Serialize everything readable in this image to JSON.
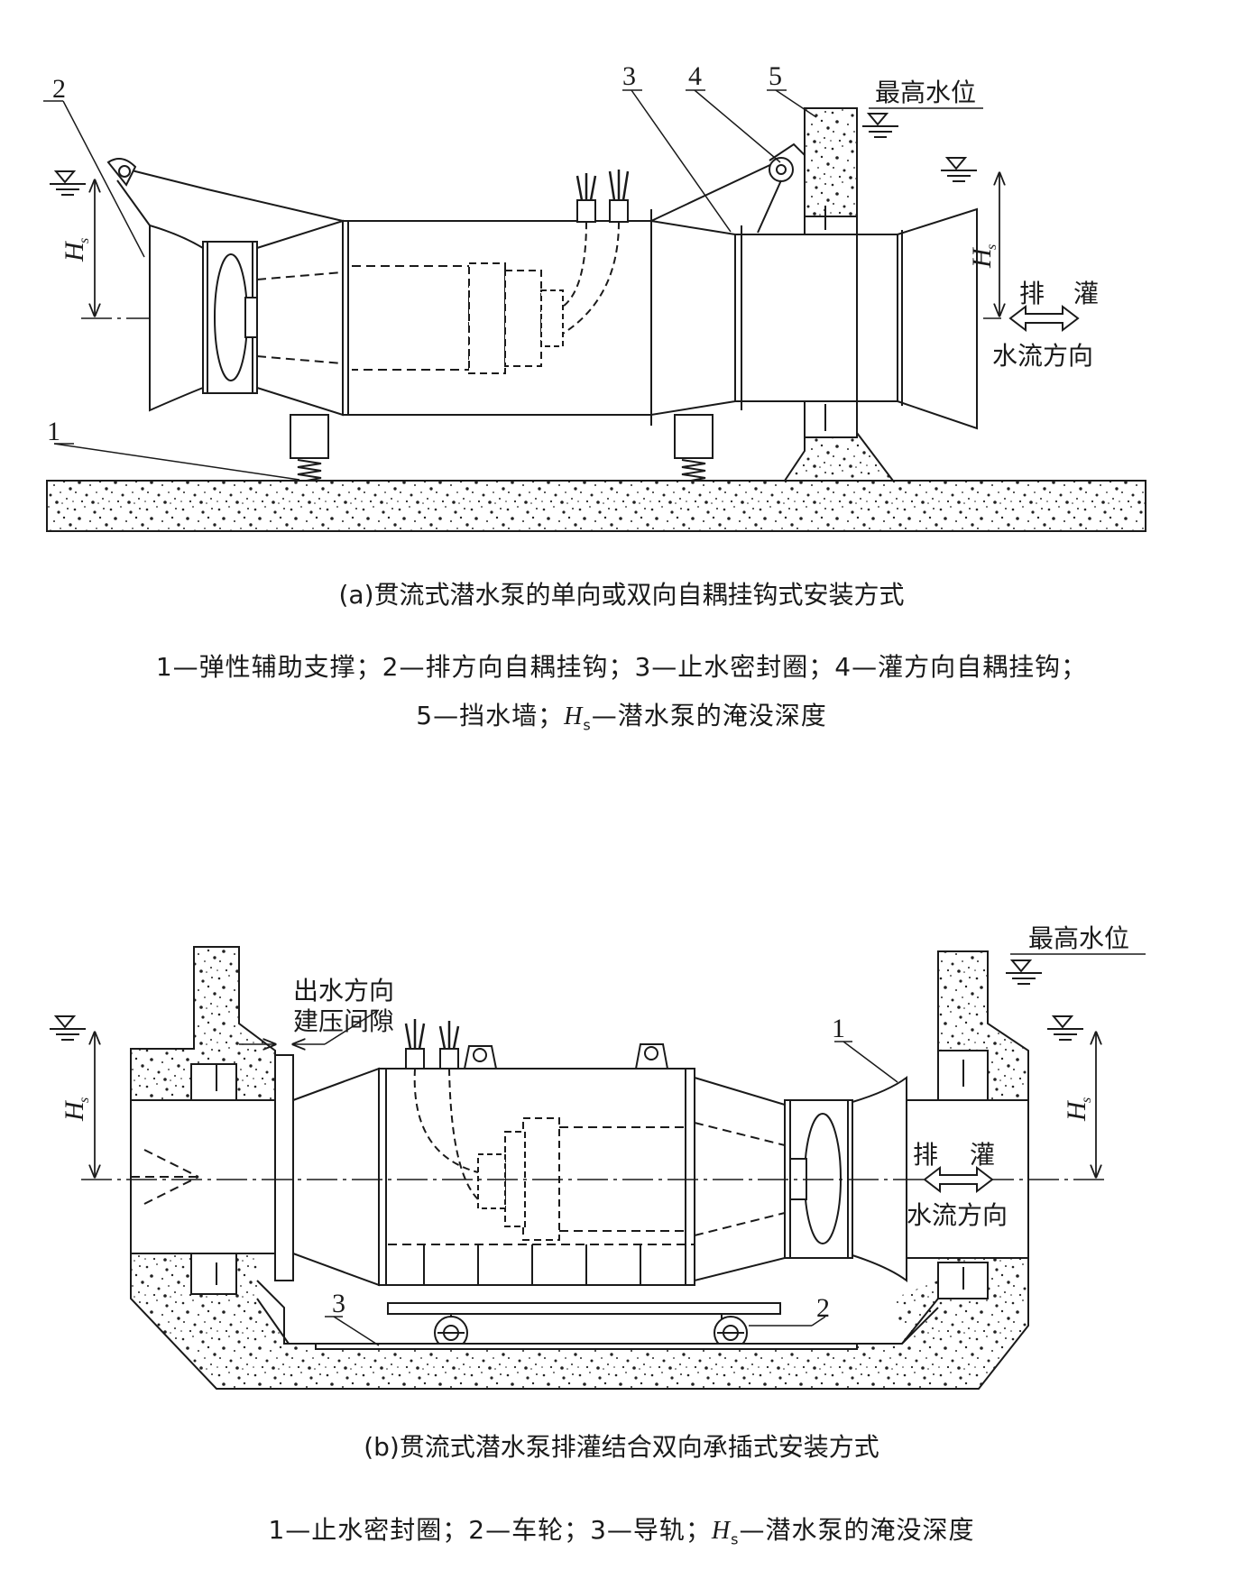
{
  "figure_a": {
    "callouts": [
      "1",
      "2",
      "3",
      "4",
      "5"
    ],
    "max_water_level": "最高水位",
    "hs_main": "H",
    "hs_sub": "s",
    "discharge": "排",
    "irrigate": "灌",
    "flow_direction": "水流方向",
    "caption": "(a)贯流式潜水泵的单向或双向自耦挂钩式安装方式",
    "legend_line1": "1—弹性辅助支撑；2—排方向自耦挂钩；3—止水密封圈；4—灌方向自耦挂钩；",
    "legend_line2_prefix": "5—挡水墙；",
    "legend_line2_h": "H",
    "legend_line2_sub": "s",
    "legend_line2_suffix": "—潜水泵的淹没深度"
  },
  "figure_b": {
    "callouts": [
      "1",
      "2",
      "3"
    ],
    "max_water_level": "最高水位",
    "outlet_direction": "出水方向",
    "pressure_gap": "建压间隙",
    "hs_main": "H",
    "hs_sub": "s",
    "discharge": "排",
    "irrigate": "灌",
    "flow_direction": "水流方向",
    "caption": "(b)贯流式潜水泵排灌结合双向承插式安装方式",
    "legend_prefix": "1—止水密封圈；2—车轮；3—导轨；",
    "legend_h": "H",
    "legend_sub": "s",
    "legend_suffix": "—潜水泵的淹没深度"
  }
}
